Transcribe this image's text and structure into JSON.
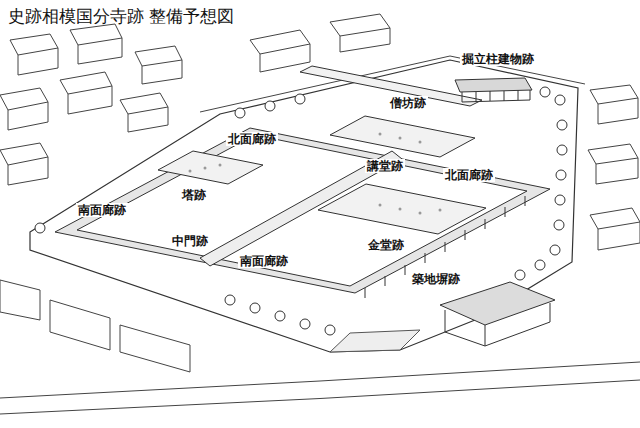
{
  "diagram": {
    "title": "史跡相模国分寺跡 整備予想図",
    "labels": [
      "掘立柱建物跡",
      "僧坊跡",
      "北面廊跡",
      "講堂跡",
      "北面廊跡",
      "塔跡",
      "南面廊跡",
      "中門跡",
      "金堂跡",
      "南面廊跡",
      "築地塀跡"
    ]
  }
}
